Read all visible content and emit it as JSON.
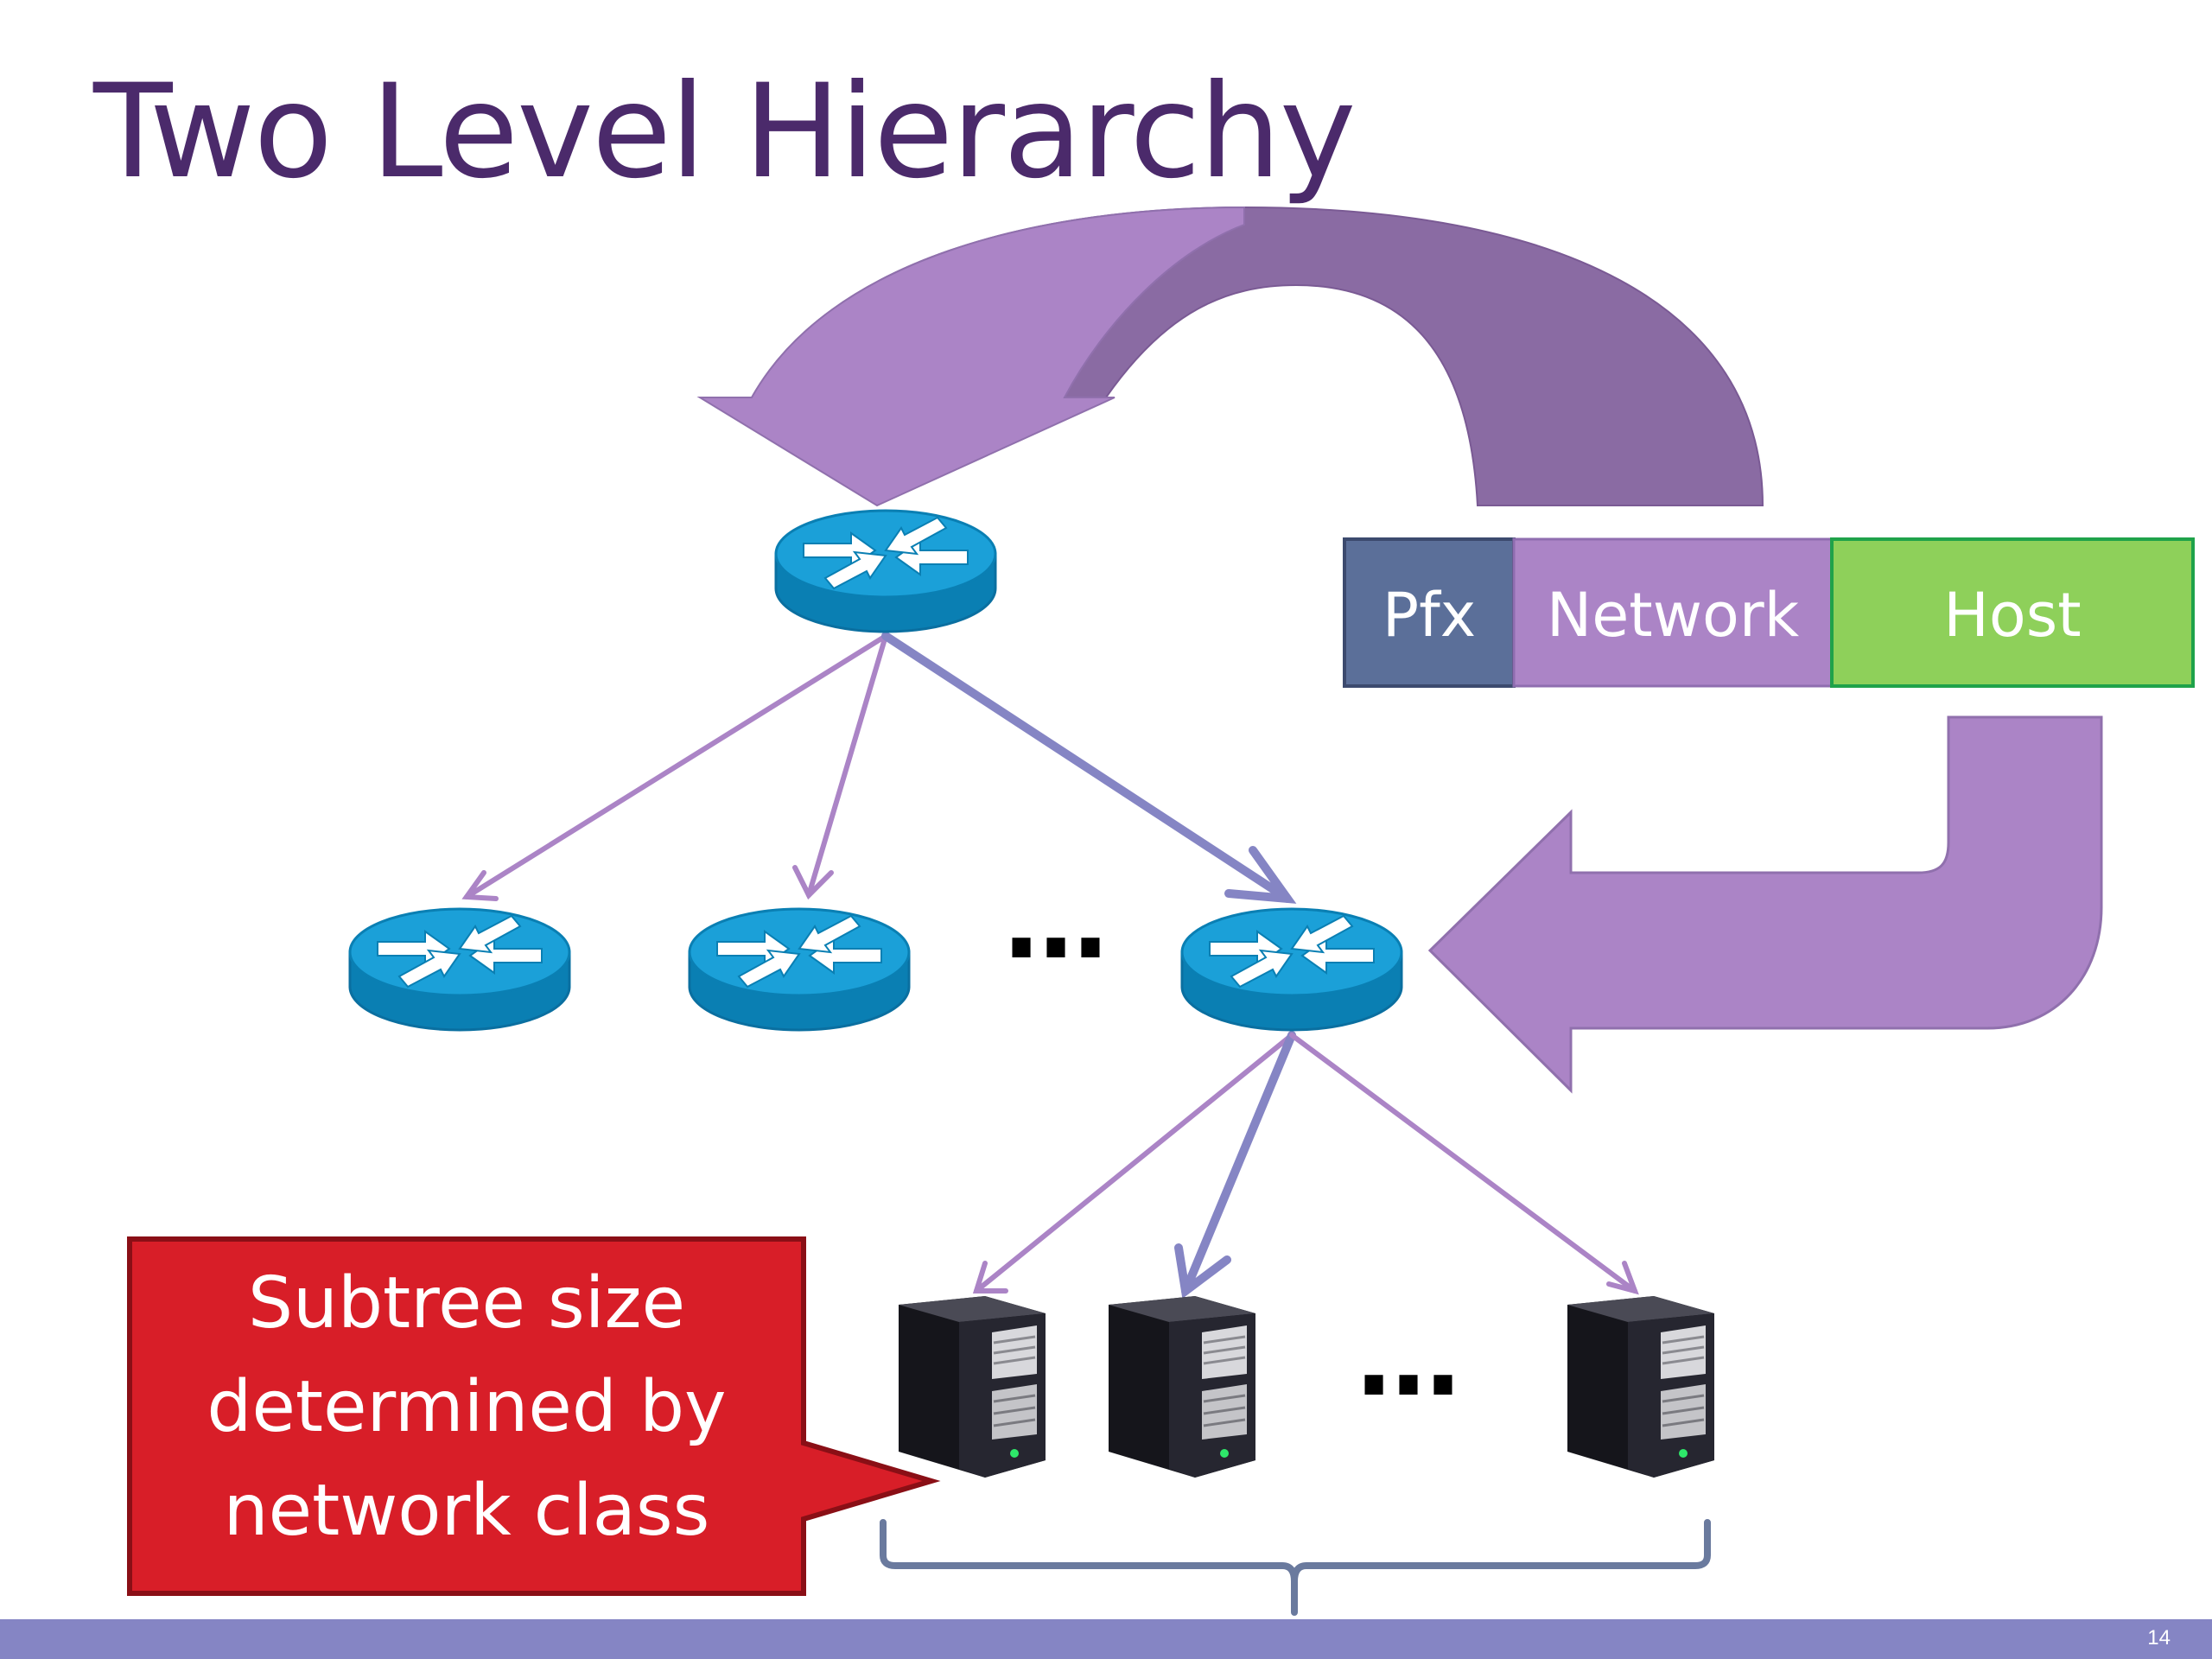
{
  "slide": {
    "title": "Two Level Hierarchy",
    "slide_number": "14"
  },
  "address": {
    "fields": [
      {
        "label": "Pfx",
        "color": "#5b6f99"
      },
      {
        "label": "Network",
        "color": "#ab84c6"
      },
      {
        "label": "Host",
        "color": "#8ed05a"
      }
    ]
  },
  "ellipsis": {
    "routers": "…",
    "hosts": "…"
  },
  "callout": {
    "line1": "Subtree size",
    "line2": "determined by",
    "line3": "network class",
    "color": "#d81e28"
  },
  "colors": {
    "title": "#4b2a6b",
    "router": "#1ba0d8",
    "arrow_light": "#ab84c6",
    "arrow_dark": "#8a6ba3",
    "edge_bold": "#8585c4",
    "footer": "#8585c4",
    "brace": "#6a7a9e"
  },
  "icons": {
    "router": "router-icon",
    "server": "server-tower-icon"
  }
}
